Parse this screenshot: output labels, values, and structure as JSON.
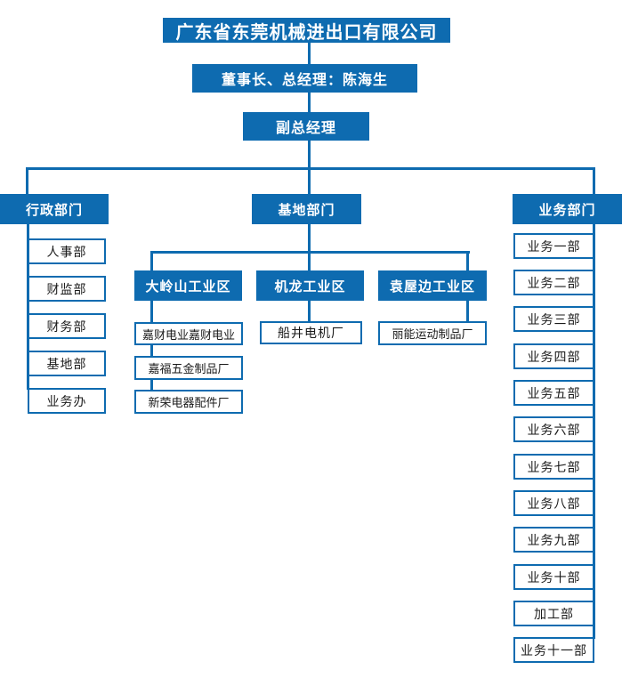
{
  "chart": {
    "type": "org-tree",
    "company": "广东省东莞机械进出口有限公司",
    "executive": "董事长、总经理：陈海生",
    "deputy": "副总经理",
    "admin": {
      "label": "行政部门",
      "children": [
        "人事部",
        "财监部",
        "财务部",
        "基地部",
        "业务办"
      ]
    },
    "base": {
      "label": "基地部门",
      "zones": [
        {
          "label": "大岭山工业区",
          "factories": [
            "嘉财电业嘉财电业",
            "嘉福五金制品厂",
            "新荣电器配件厂"
          ]
        },
        {
          "label": "机龙工业区",
          "factories": [
            "船井电机厂"
          ]
        },
        {
          "label": "袁屋边工业区",
          "factories": [
            "丽能运动制品厂"
          ]
        }
      ]
    },
    "business": {
      "label": "业务部门",
      "children": [
        "业务一部",
        "业务二部",
        "业务三部",
        "业务四部",
        "业务五部",
        "业务六部",
        "业务七部",
        "业务八部",
        "业务九部",
        "业务十部",
        "加工部",
        "业务十一部"
      ]
    },
    "colors": {
      "primary": "#0e6bb0",
      "node_text": "#ffffff",
      "leaf_bg": "#ffffff",
      "leaf_text": "#1a1a1a"
    }
  }
}
